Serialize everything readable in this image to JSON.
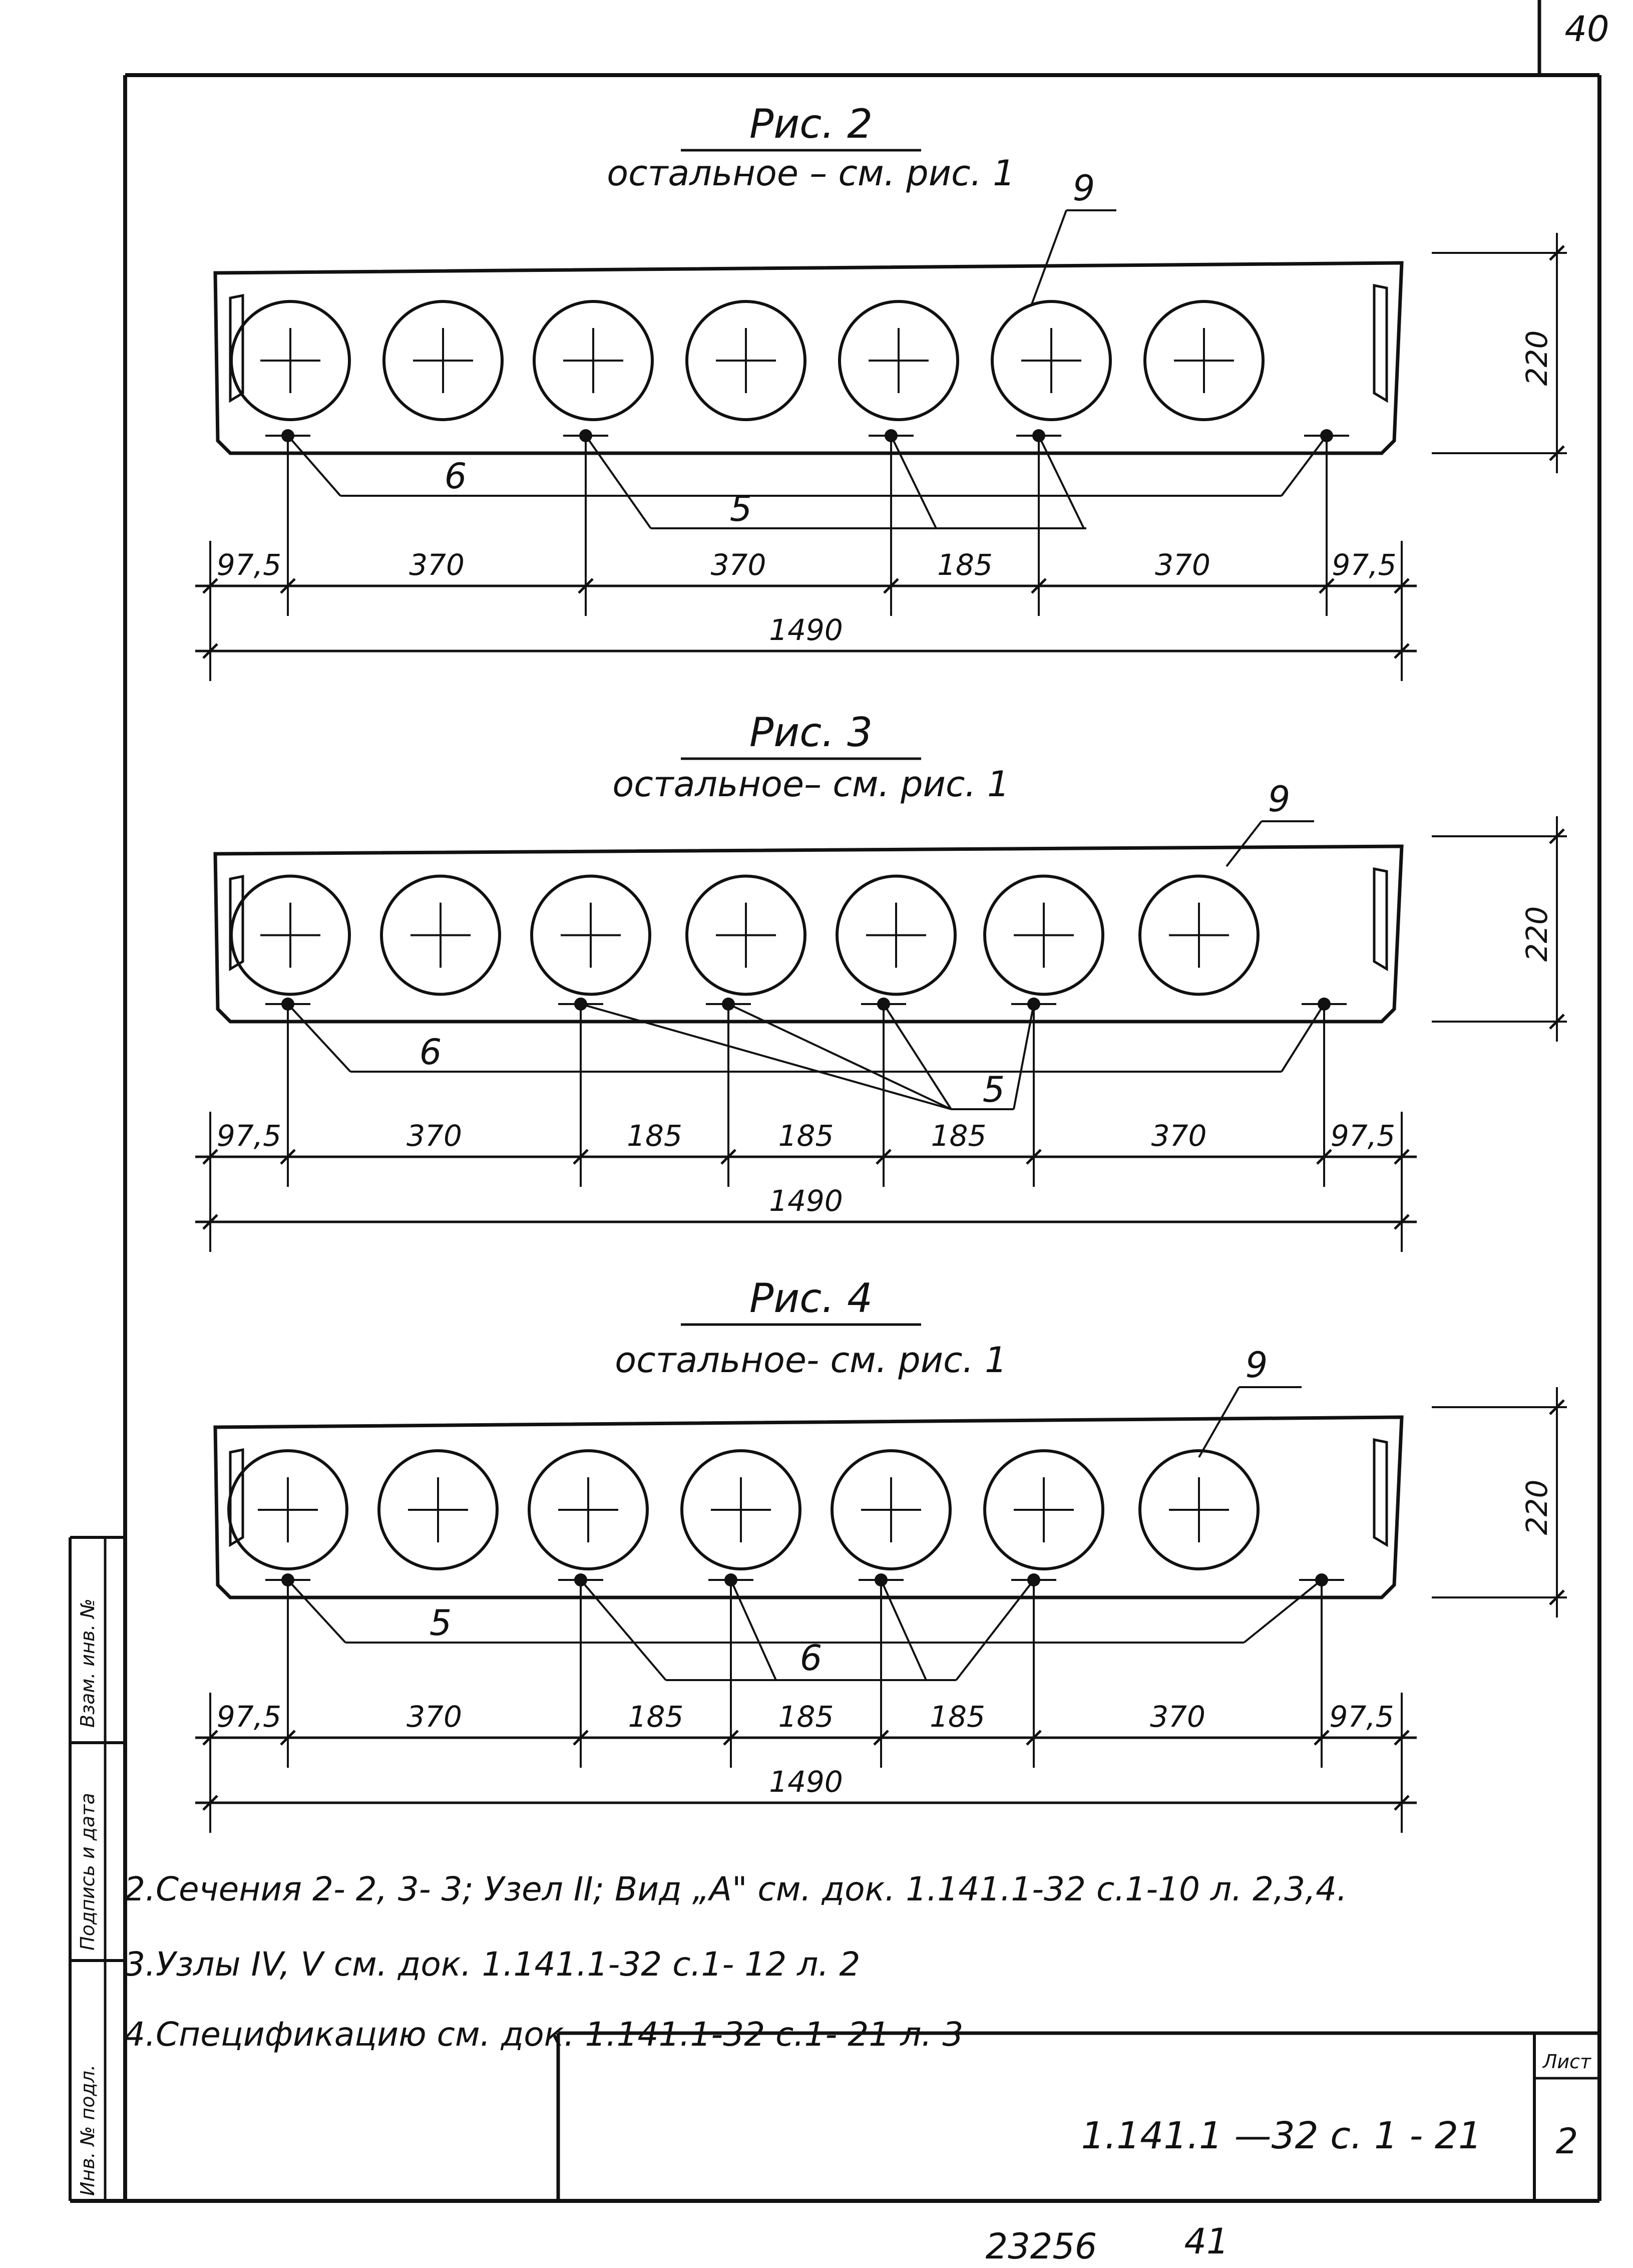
{
  "sheet": {
    "page_corner_number": "40",
    "bottom_numbers": [
      "23256",
      "41"
    ],
    "title_block": {
      "code": "1.141.1 —32 с. 1 - 21",
      "list_label": "Лист",
      "list_number": "2"
    },
    "side_stamp": [
      "Инв. № подл.",
      "Подпись и дата",
      "Взам. инв. №"
    ]
  },
  "figures": [
    {
      "caption": "Рис. 2",
      "subcaption": "остальное – см. рис. 1",
      "leader": "9",
      "height_dim": "220",
      "labels": [
        {
          "text": "6"
        },
        {
          "text": "5"
        }
      ],
      "chain_dims": [
        "97,5",
        "370",
        "370",
        "185",
        "370",
        "97,5"
      ],
      "total_dim": "1490"
    },
    {
      "caption": "Рис. 3",
      "subcaption": "остальное– см. рис. 1",
      "leader": "9",
      "height_dim": "220",
      "labels": [
        {
          "text": "6"
        },
        {
          "text": "5"
        }
      ],
      "chain_dims": [
        "97,5",
        "370",
        "185",
        "185",
        "185",
        "370",
        "97,5"
      ],
      "total_dim": "1490"
    },
    {
      "caption": "Рис. 4",
      "subcaption": "остальное- см. рис. 1",
      "leader": "9",
      "height_dim": "220",
      "labels": [
        {
          "text": "5"
        },
        {
          "text": "6"
        }
      ],
      "chain_dims": [
        "97,5",
        "370",
        "185",
        "185",
        "185",
        "370",
        "97,5"
      ],
      "total_dim": "1490"
    }
  ],
  "notes": [
    "2.Сечения 2- 2, 3- 3; Узел II; Вид „А\" см. док. 1.141.1-32 с.1-10 л. 2,3,4.",
    "3.Узлы IV, V см. док. 1.141.1-32 с.1- 12 л. 2",
    "4.Спецификацию см. док. 1.141.1-32 с.1- 21 л. 3"
  ]
}
